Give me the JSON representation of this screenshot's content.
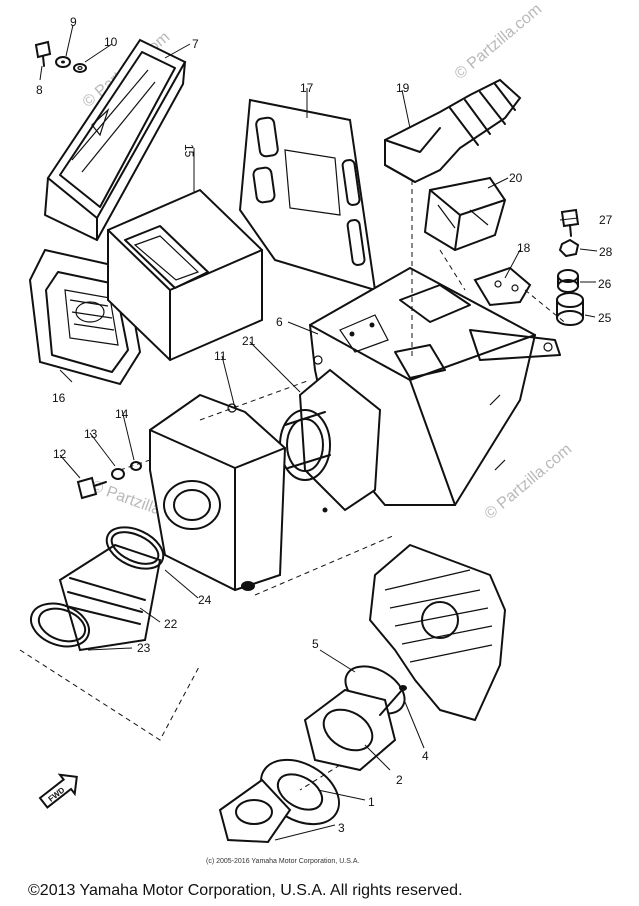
{
  "watermarks": [
    "© Partzilla.com",
    "© Partzilla.com",
    "© Partzilla.com",
    "© Partzilla.com"
  ],
  "fwd_label": "FWD",
  "small_copyright": "(c) 2005-2016 Yamaha Motor Corporation, U.S.A.",
  "copyright": "©2013 Yamaha Motor Corporation, U.S.A. All rights reserved.",
  "callouts": [
    {
      "id": "1",
      "label": "1"
    },
    {
      "id": "2",
      "label": "2"
    },
    {
      "id": "3",
      "label": "3"
    },
    {
      "id": "4",
      "label": "4"
    },
    {
      "id": "5",
      "label": "5"
    },
    {
      "id": "6",
      "label": "6"
    },
    {
      "id": "7",
      "label": "7"
    },
    {
      "id": "8",
      "label": "8"
    },
    {
      "id": "9",
      "label": "9"
    },
    {
      "id": "10",
      "label": "10"
    },
    {
      "id": "11",
      "label": "11"
    },
    {
      "id": "12",
      "label": "12"
    },
    {
      "id": "13",
      "label": "13"
    },
    {
      "id": "14",
      "label": "14"
    },
    {
      "id": "15",
      "label": "15"
    },
    {
      "id": "16",
      "label": "16"
    },
    {
      "id": "17",
      "label": "17"
    },
    {
      "id": "18",
      "label": "18"
    },
    {
      "id": "19",
      "label": "19"
    },
    {
      "id": "20",
      "label": "20"
    },
    {
      "id": "21",
      "label": "21"
    },
    {
      "id": "22",
      "label": "22"
    },
    {
      "id": "23",
      "label": "23"
    },
    {
      "id": "24",
      "label": "24"
    },
    {
      "id": "25",
      "label": "25"
    },
    {
      "id": "26",
      "label": "26"
    },
    {
      "id": "27",
      "label": "27"
    },
    {
      "id": "28",
      "label": "28"
    }
  ]
}
